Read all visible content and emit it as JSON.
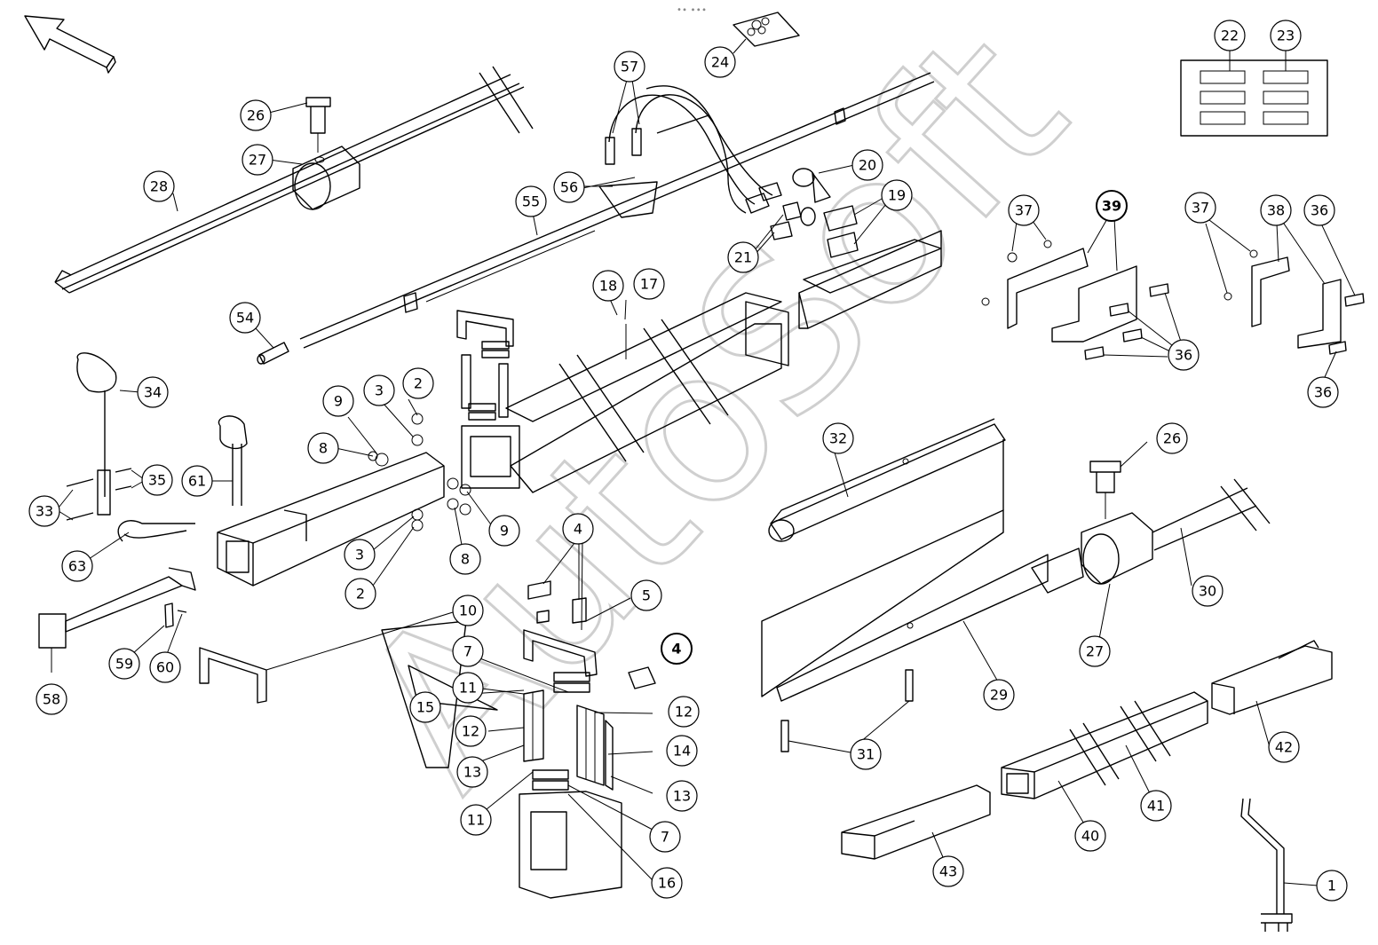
{
  "watermark": "AutoSoft",
  "toolbar_dots": "•∙ ∙∙∙",
  "balloons": [
    {
      "id": "b22",
      "label": "22"
    },
    {
      "id": "b23",
      "label": "23"
    },
    {
      "id": "b24",
      "label": "24"
    },
    {
      "id": "b57",
      "label": "57"
    },
    {
      "id": "b26a",
      "label": "26"
    },
    {
      "id": "b27a",
      "label": "27"
    },
    {
      "id": "b28",
      "label": "28"
    },
    {
      "id": "b56",
      "label": "56"
    },
    {
      "id": "b55",
      "label": "55"
    },
    {
      "id": "b20",
      "label": "20"
    },
    {
      "id": "b19",
      "label": "19"
    },
    {
      "id": "b21",
      "label": "21"
    },
    {
      "id": "b37a",
      "label": "37"
    },
    {
      "id": "b39",
      "label": "39",
      "bold": true
    },
    {
      "id": "b37b",
      "label": "37"
    },
    {
      "id": "b38",
      "label": "38"
    },
    {
      "id": "b36a",
      "label": "36"
    },
    {
      "id": "b36b",
      "label": "36"
    },
    {
      "id": "b36c",
      "label": "36"
    },
    {
      "id": "b54",
      "label": "54"
    },
    {
      "id": "b18",
      "label": "18"
    },
    {
      "id": "b17",
      "label": "17"
    },
    {
      "id": "b34",
      "label": "34"
    },
    {
      "id": "b2a",
      "label": "2"
    },
    {
      "id": "b3a",
      "label": "3"
    },
    {
      "id": "b9a",
      "label": "9"
    },
    {
      "id": "b8a",
      "label": "8"
    },
    {
      "id": "b61",
      "label": "61"
    },
    {
      "id": "b35",
      "label": "35"
    },
    {
      "id": "b33",
      "label": "33"
    },
    {
      "id": "b32",
      "label": "32"
    },
    {
      "id": "b26b",
      "label": "26"
    },
    {
      "id": "b9b",
      "label": "9"
    },
    {
      "id": "b8b",
      "label": "8"
    },
    {
      "id": "b3b",
      "label": "3"
    },
    {
      "id": "b2b",
      "label": "2"
    },
    {
      "id": "b63",
      "label": "63"
    },
    {
      "id": "b4a",
      "label": "4"
    },
    {
      "id": "b5",
      "label": "5"
    },
    {
      "id": "b10",
      "label": "10"
    },
    {
      "id": "b30",
      "label": "30"
    },
    {
      "id": "b27b",
      "label": "27"
    },
    {
      "id": "b59",
      "label": "59"
    },
    {
      "id": "b60",
      "label": "60"
    },
    {
      "id": "b58",
      "label": "58"
    },
    {
      "id": "b7a",
      "label": "7"
    },
    {
      "id": "b4b",
      "label": "4",
      "bold": true
    },
    {
      "id": "b29",
      "label": "29"
    },
    {
      "id": "b11a",
      "label": "11"
    },
    {
      "id": "b15",
      "label": "15"
    },
    {
      "id": "b12a",
      "label": "12"
    },
    {
      "id": "b12b",
      "label": "12"
    },
    {
      "id": "b14",
      "label": "14"
    },
    {
      "id": "b13a",
      "label": "13"
    },
    {
      "id": "b13b",
      "label": "13"
    },
    {
      "id": "b31",
      "label": "31"
    },
    {
      "id": "b42",
      "label": "42"
    },
    {
      "id": "b11b",
      "label": "11"
    },
    {
      "id": "b7b",
      "label": "7"
    },
    {
      "id": "b41",
      "label": "41"
    },
    {
      "id": "b40",
      "label": "40"
    },
    {
      "id": "b16",
      "label": "16"
    },
    {
      "id": "b43",
      "label": "43"
    },
    {
      "id": "b1",
      "label": "1"
    }
  ]
}
